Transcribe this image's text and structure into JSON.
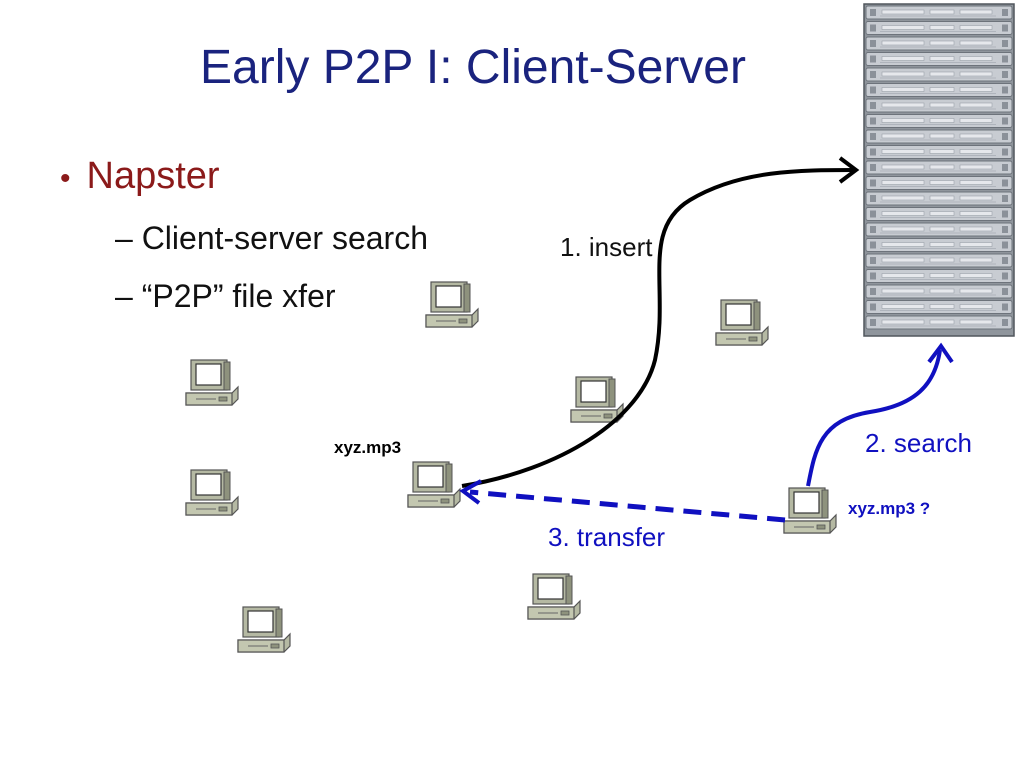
{
  "slide": {
    "title": "Early P2P I: Client-Server",
    "bullet": "Napster",
    "subbullets": [
      "– Client-server search",
      "– “P2P” file xfer"
    ]
  },
  "diagram": {
    "labels": {
      "insert": "1. insert",
      "search": "2. search",
      "transfer": "3.  transfer",
      "file": "xyz.mp3",
      "query": "xyz.mp3 ?"
    },
    "nodes": {
      "server": "server-rack-icon",
      "peer": "computer-icon",
      "peer_count": 9
    },
    "edges": [
      {
        "label": "1. insert",
        "from": "file-holder-peer",
        "to": "server",
        "style": "solid",
        "color": "#000000"
      },
      {
        "label": "2. search",
        "from": "requesting-peer",
        "to": "server",
        "style": "solid",
        "color": "#1010c0"
      },
      {
        "label": "3.  transfer",
        "from": "requesting-peer",
        "to": "file-holder-peer",
        "style": "dashed",
        "color": "#1010c0"
      }
    ]
  },
  "colors": {
    "title": "#1a237e",
    "bullet": "#8b1a1a",
    "arrow_insert": "#000000",
    "arrow_blue": "#1010c0"
  }
}
